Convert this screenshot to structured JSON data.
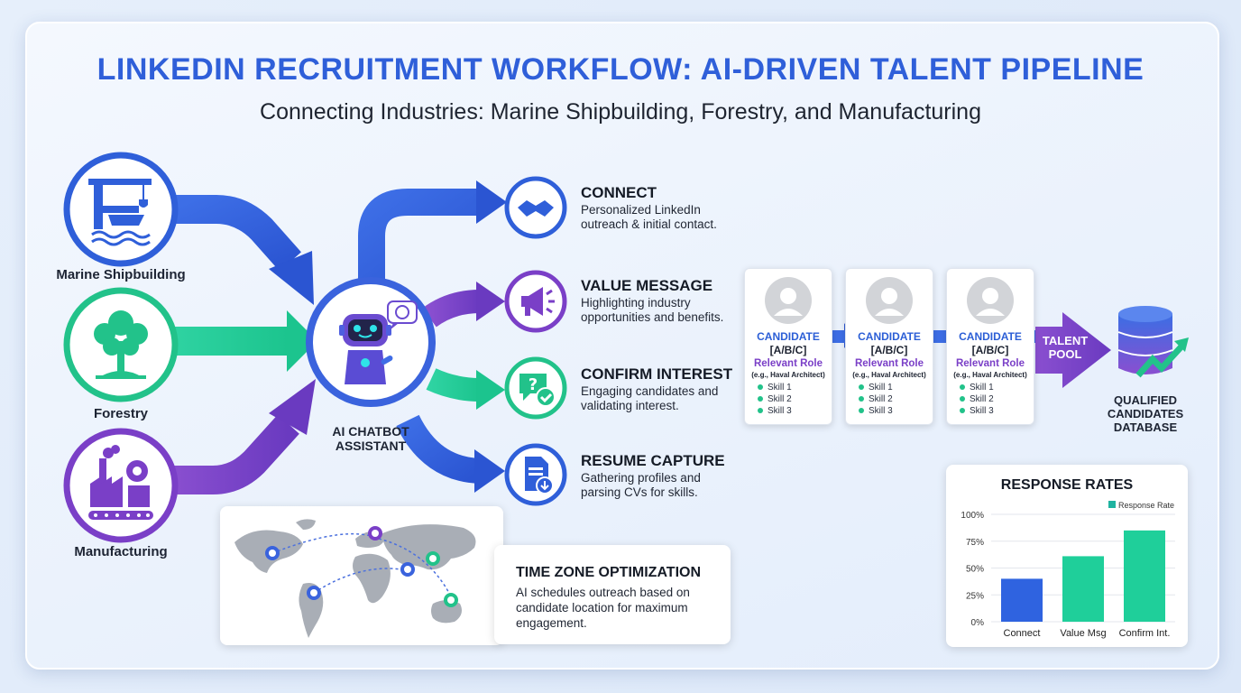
{
  "title": "LINKEDIN RECRUITMENT WORKFLOW: AI-DRIVEN TALENT PIPELINE",
  "subtitle": "Connecting Industries: Marine Shipbuilding, Forestry, and Manufacturing",
  "industries": [
    {
      "label": "Marine Shipbuilding",
      "icon": "crane-ship-icon"
    },
    {
      "label": "Forestry",
      "icon": "tree-icon"
    },
    {
      "label": "Manufacturing",
      "icon": "factory-gear-icon"
    }
  ],
  "hub": {
    "label_line1": "AI CHATBOT",
    "label_line2": "ASSISTANT",
    "icon": "robot-icon"
  },
  "steps": [
    {
      "title": "CONNECT",
      "desc": "Personalized LinkedIn outreach & initial contact.",
      "icon": "handshake-icon"
    },
    {
      "title": "VALUE MESSAGE",
      "desc": "Highlighting industry opportunities and benefits.",
      "icon": "megaphone-icon"
    },
    {
      "title": "CONFIRM INTEREST",
      "desc": "Engaging candidates and validating interest.",
      "icon": "question-check-icon"
    },
    {
      "title": "RESUME CAPTURE",
      "desc": "Gathering profiles and parsing CVs for skills.",
      "icon": "document-download-icon"
    }
  ],
  "candidates": [
    {
      "name": "CANDIDATE",
      "letters": "[A/B/C]",
      "role": "Relevant Role",
      "example": "(e.g., Haval Architect)",
      "skills": [
        "Skill 1",
        "Skill 2",
        "Skill 3"
      ]
    },
    {
      "name": "CANDIDATE",
      "letters": "[A/B/C]",
      "role": "Relevant Role",
      "example": "(e.g., Haval Architect)",
      "skills": [
        "Skill 1",
        "Skill 2",
        "Skill 3"
      ]
    },
    {
      "name": "CANDIDATE",
      "letters": "[A/B/C]",
      "role": "Relevant Role",
      "example": "(e.g., Haval Architect)",
      "skills": [
        "Skill 1",
        "Skill 2",
        "Skill 3"
      ]
    }
  ],
  "talent_pool": {
    "line1": "TALENT",
    "line2": "POOL"
  },
  "database": {
    "line1": "QUALIFIED",
    "line2": "CANDIDATES",
    "line3": "DATABASE",
    "icon": "database-growth-icon"
  },
  "timezone": {
    "title": "TIME ZONE OPTIMIZATION",
    "desc": "AI schedules outreach based on candidate location for maximum engagement."
  },
  "colors": {
    "blue": "#2f5fd9",
    "purple": "#7a3fc7",
    "green": "#22c28a"
  },
  "chart_data": {
    "type": "bar",
    "title": "RESPONSE RATES",
    "categories": [
      "Connect",
      "Value Msg",
      "Confirm Int."
    ],
    "series": [
      {
        "name": "Response Rate",
        "values": [
          40,
          61,
          85
        ]
      }
    ],
    "yticks": [
      "100%",
      "75%",
      "50%",
      "25%",
      "0%"
    ],
    "ylim": [
      0,
      100
    ],
    "colors": [
      "#2f63e0",
      "#1fcf9a",
      "#1fcf9a"
    ],
    "grid": true,
    "legend": "top-right"
  }
}
